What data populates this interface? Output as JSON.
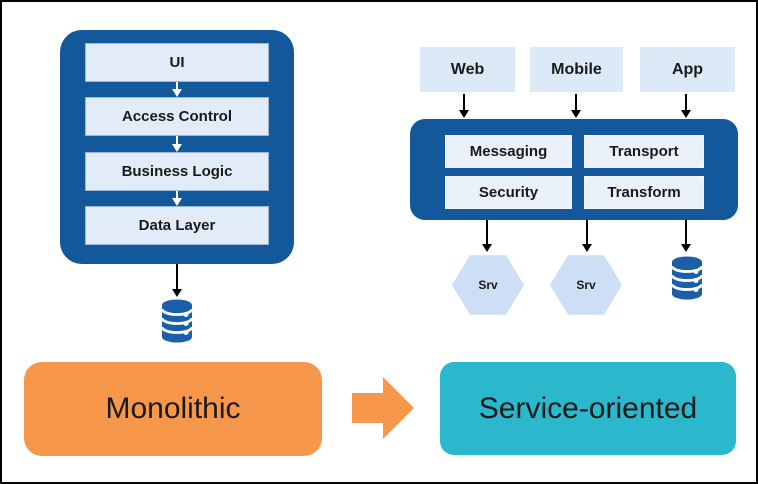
{
  "monolith": {
    "caption": "Monolithic",
    "layers": [
      {
        "label": "UI"
      },
      {
        "label": "Access Control"
      },
      {
        "label": "Business Logic"
      },
      {
        "label": "Data Layer"
      }
    ],
    "database_icon": "database-icon"
  },
  "soa": {
    "caption": "Service-oriented",
    "clients": [
      {
        "label": "Web"
      },
      {
        "label": "Mobile"
      },
      {
        "label": "App"
      }
    ],
    "bus": [
      {
        "label": "Messaging"
      },
      {
        "label": "Transport"
      },
      {
        "label": "Security"
      },
      {
        "label": "Transform"
      }
    ],
    "services": [
      {
        "label": "Srv"
      },
      {
        "label": "Srv"
      }
    ],
    "database_icon": "database-icon"
  },
  "transition_arrow_icon": "arrow-right",
  "colors": {
    "container_blue": "#14589C",
    "layer_fill": "#E2ECF8",
    "client_fill": "#DCE9F7",
    "bus_box_fill": "#EAF1FA",
    "hexagon_fill": "#CCDFF4",
    "database_blue": "#1A5FA8",
    "monolithic_orange": "#F7974C",
    "service_teal": "#2BB7CC",
    "text": "#1a1a1a",
    "frame_border": "#000000"
  }
}
